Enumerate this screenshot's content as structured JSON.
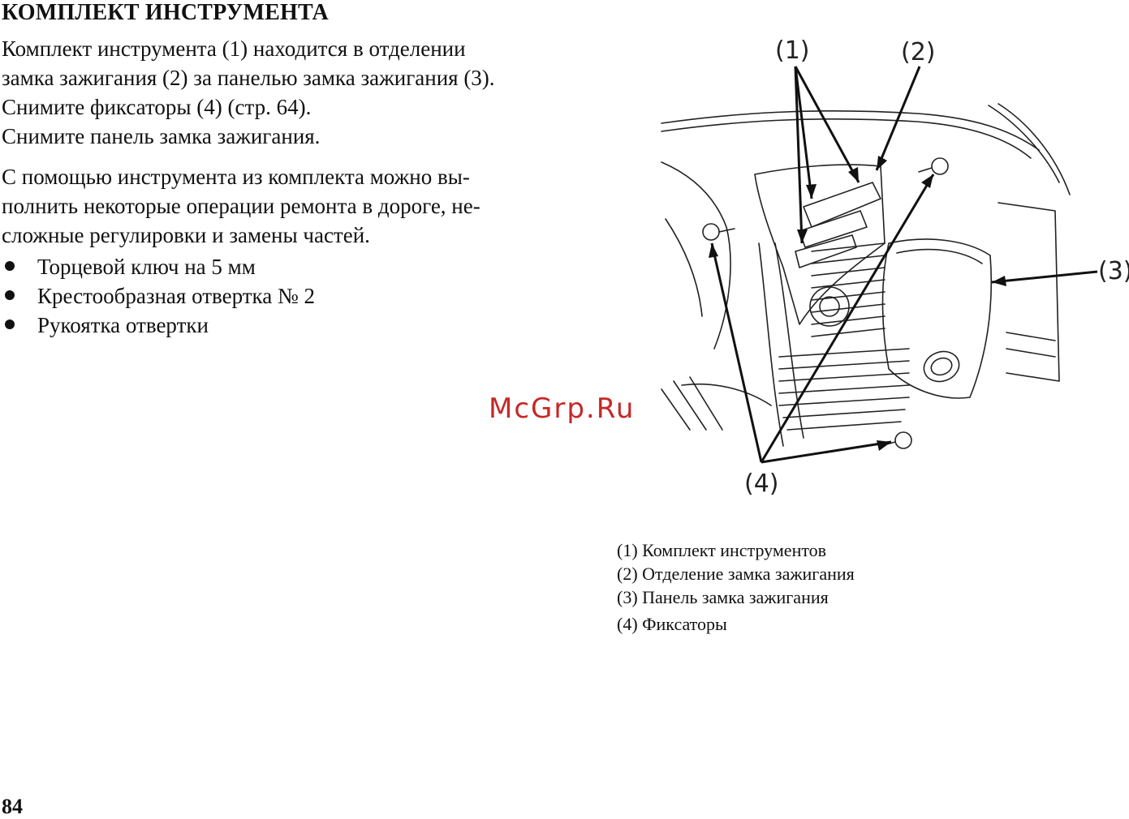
{
  "title": "КОМПЛЕКТ ИНСТРУМЕНТА",
  "paragraph1": [
    "Комплект инструмента (1) находится в отделении",
    "замка зажигания (2) за панелью замка зажигания (3).",
    "Снимите фиксаторы (4) (стр. 64).",
    "Снимите панель замка зажигания."
  ],
  "paragraph2": [
    "С помощью инструмента из комплекта можно вы-",
    "полнить некоторые операции ремонта в дороге, не-",
    "сложные регулировки и замены частей."
  ],
  "tool_list": [
    "Торцевой ключ на 5 мм",
    "Крестообразная отвертка № 2",
    "Рукоятка отвертки"
  ],
  "diagram": {
    "callouts": [
      "(1)",
      "(2)",
      "(3)",
      "(4)"
    ]
  },
  "legend": [
    "(1)  Комплект инструментов",
    "(2)  Отделение замка зажигания",
    "(3)  Панель замка зажигания",
    "(4)  Фиксаторы"
  ],
  "watermark": "McGrp.Ru",
  "page_number": "84",
  "colors": {
    "text": "#111111",
    "watermark": "#c62828"
  }
}
